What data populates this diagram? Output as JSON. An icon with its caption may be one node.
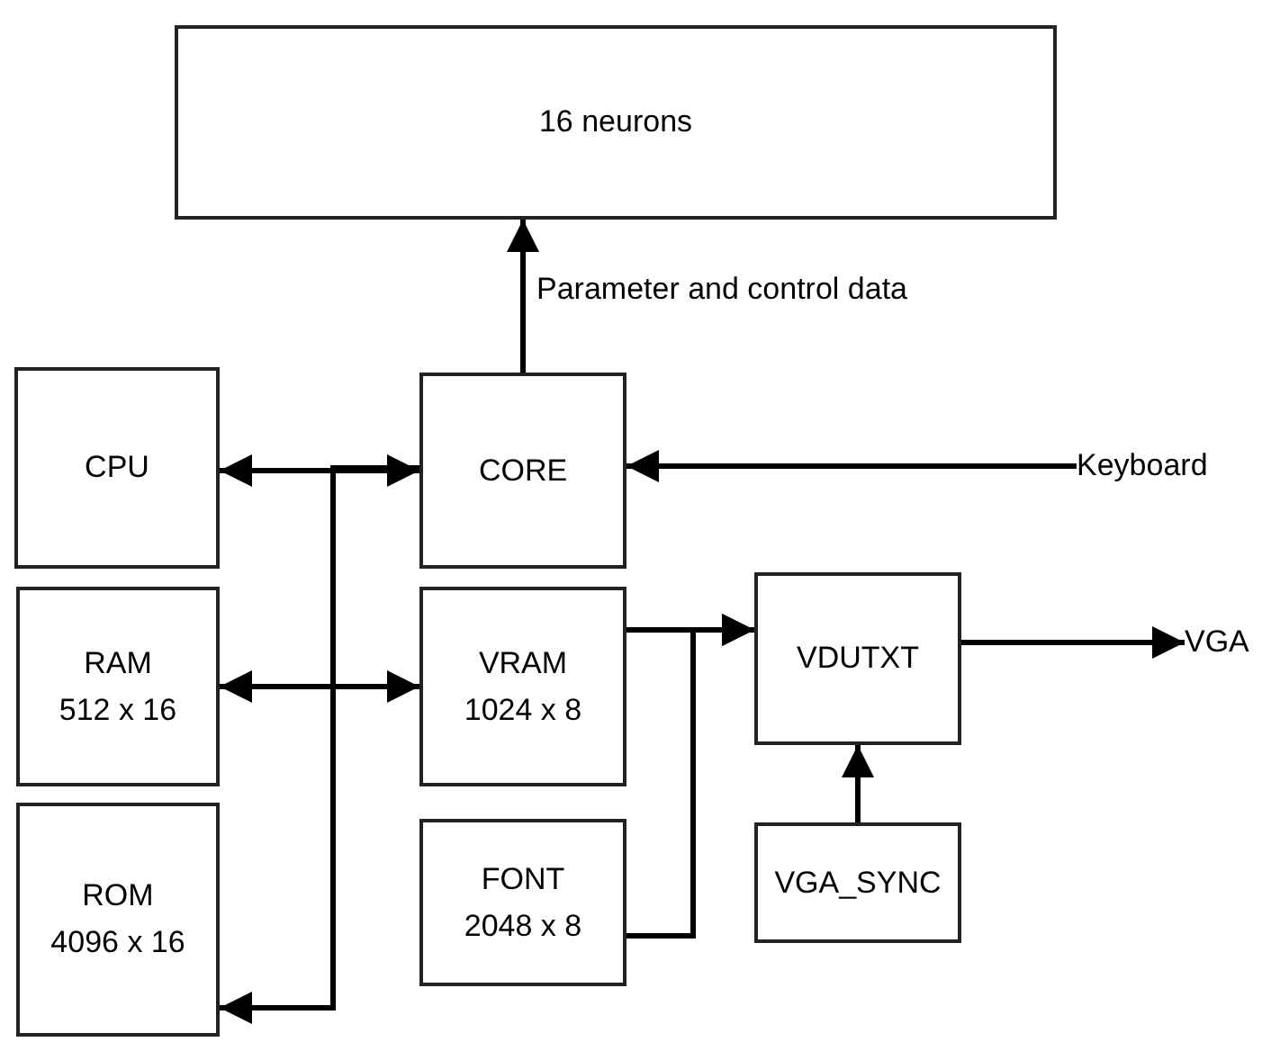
{
  "diagram": {
    "nodes": [
      {
        "text": [
          "16 neurons"
        ]
      },
      {
        "text": [
          "CPU"
        ]
      },
      {
        "text": [
          "CORE"
        ]
      },
      {
        "text": [
          "Keyboard"
        ]
      },
      {
        "text": [
          "RAM",
          "512 x 16"
        ]
      },
      {
        "text": [
          "VRAM",
          "1024 x 8"
        ]
      },
      {
        "text": [
          "VDUTXT"
        ]
      },
      {
        "text": [
          "VGA"
        ]
      },
      {
        "text": [
          "ROM",
          "4096 x 16"
        ]
      },
      {
        "text": [
          "FONT",
          "2048 x 8"
        ]
      },
      {
        "text": [
          "VGA_SYNC"
        ]
      }
    ],
    "edges": [
      {
        "from": 2,
        "to": 0,
        "arrow": "to",
        "label": "Parameter and control data"
      },
      {
        "from": 3,
        "to": 2,
        "arrow": "to"
      },
      {
        "from": 1,
        "to": 2,
        "arrow": "both"
      },
      {
        "from": 4,
        "to": 5,
        "arrow": "both"
      },
      {
        "from": 2,
        "to": 8,
        "arrow": "to"
      },
      {
        "from": 5,
        "to": 6,
        "arrow": "to"
      },
      {
        "from": 9,
        "to": 6,
        "arrow": "to"
      },
      {
        "from": 10,
        "to": 6,
        "arrow": "to"
      },
      {
        "from": 6,
        "to": 7,
        "arrow": "to"
      }
    ]
  }
}
